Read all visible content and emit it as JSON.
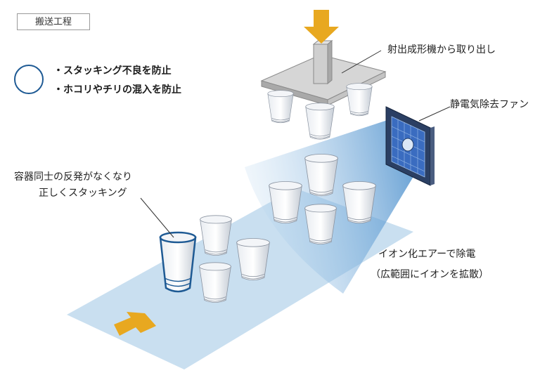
{
  "title": "搬送工程",
  "legend": {
    "items": [
      "・スタッキング不良を防止",
      "・ホコリやチリの混入を防止"
    ],
    "marker_color": "#1e5a94"
  },
  "labels": {
    "molding": "射出成形機から取り出し",
    "fan": "静電気除去ファン",
    "ion_air_1": "イオン化エアーで除電",
    "ion_air_2": "（広範囲にイオンを拡散）",
    "cups_1": "容器同士の反発がなくなり",
    "cups_2": "正しくスタッキング"
  },
  "colors": {
    "arrow": "#e8a820",
    "conveyor": "#c9dff0",
    "ion_beam": "#5a9fd4",
    "fan_body": "#1f3a66",
    "cup_highlight": "#1e5a94"
  }
}
